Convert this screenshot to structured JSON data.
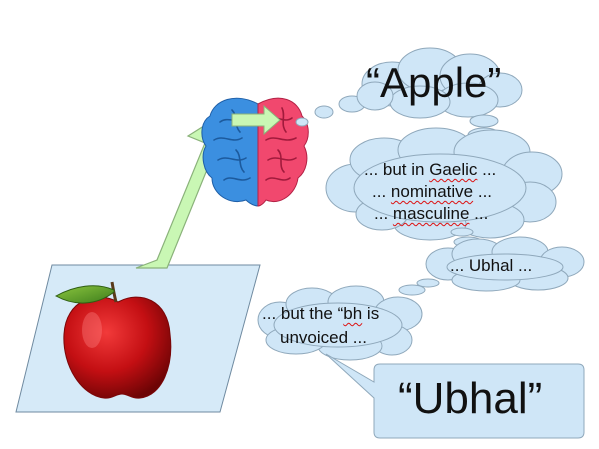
{
  "slide": {
    "apple_word": "“Apple”",
    "thought1": {
      "line1_pre": "... but in ",
      "line1_word": "Gaelic",
      "line1_post": " ...",
      "line2_pre": "... ",
      "line2_word": "nominative",
      "line2_post": " ...",
      "line3_pre": "... ",
      "line3_word": "masculine",
      "line3_post": " ..."
    },
    "thought2": "... Ubhal ...",
    "thought3": {
      "line1_pre": "... but the “",
      "line1_word": "bh",
      "line1_post": " is",
      "line2": "unvoiced ..."
    },
    "final_word": "“Ubhal”",
    "icons": [
      "apple-photo-icon",
      "brain-icon",
      "arrow-icon"
    ],
    "colors": {
      "bubble_fill": "#cfe6f7",
      "bubble_stroke": "#8fa8bb",
      "arrow_fill": "#c9f7b4",
      "brain_blue": "#3b8fe0",
      "brain_pink": "#f1486e",
      "apple_red": "#c40f13",
      "panel_fill": "#d6eaf8"
    }
  }
}
